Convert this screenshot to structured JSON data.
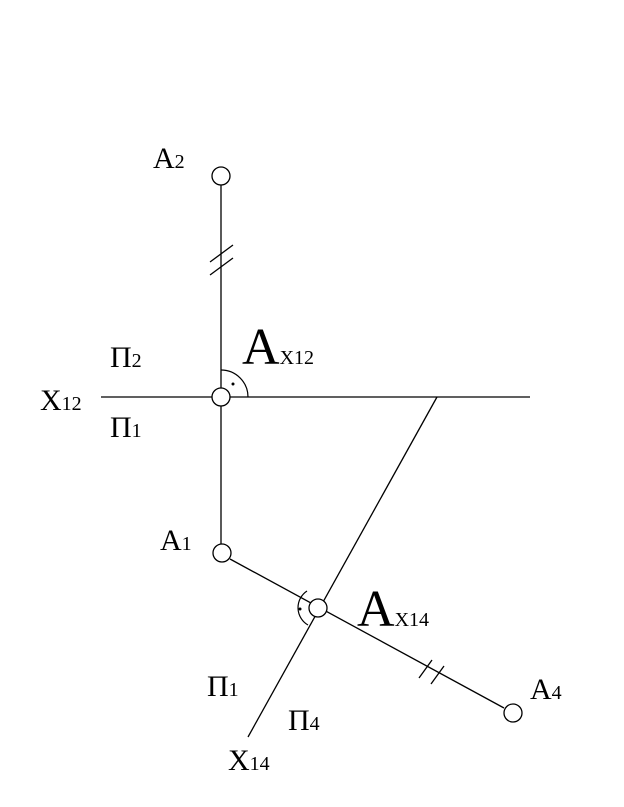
{
  "labels": {
    "a2": {
      "main": "A",
      "sub": "2"
    },
    "a1": {
      "main": "A",
      "sub": "1"
    },
    "a4": {
      "main": "A",
      "sub": "4"
    },
    "ax12": {
      "main": "A",
      "sub": "X12"
    },
    "ax14": {
      "main": "A",
      "sub": "X14"
    },
    "x12": {
      "main": "X",
      "sub": "12"
    },
    "x14": {
      "main": "X",
      "sub": "14"
    },
    "pi2_top": {
      "main": "Π",
      "sub": "2"
    },
    "pi1_left": {
      "main": "Π",
      "sub": "1"
    },
    "pi1_lower": {
      "main": "Π",
      "sub": "1"
    },
    "pi4": {
      "main": "Π",
      "sub": "4"
    }
  }
}
